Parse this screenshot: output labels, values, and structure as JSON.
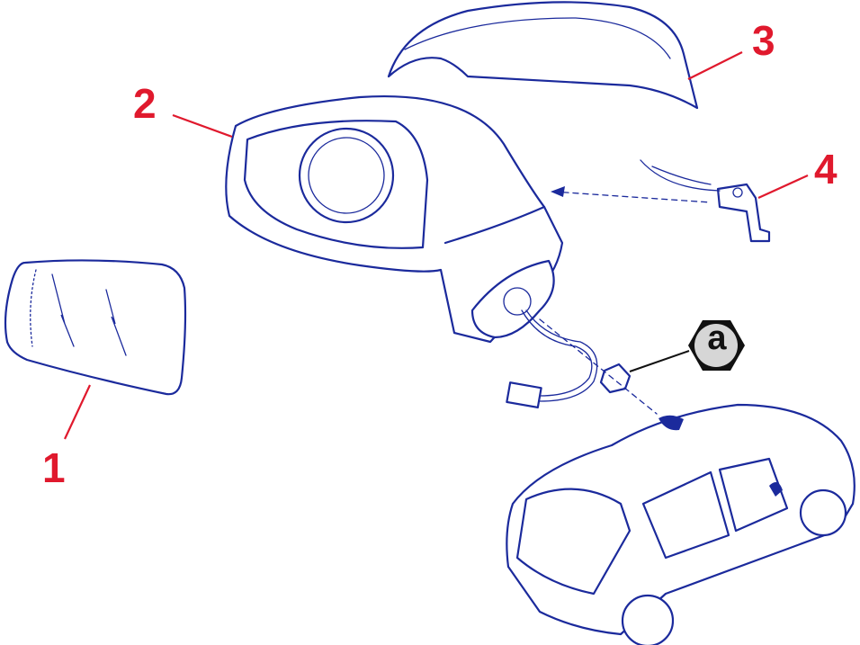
{
  "diagram": {
    "callouts": [
      {
        "id": "glass",
        "label": "1"
      },
      {
        "id": "housing",
        "label": "2"
      },
      {
        "id": "cover",
        "label": "3"
      },
      {
        "id": "indicator",
        "label": "4"
      }
    ],
    "badge": {
      "label": "a"
    },
    "colors": {
      "line": "#1b2a9c",
      "callout": "#e0192d",
      "badge_fill": "#d6d6d6"
    }
  }
}
